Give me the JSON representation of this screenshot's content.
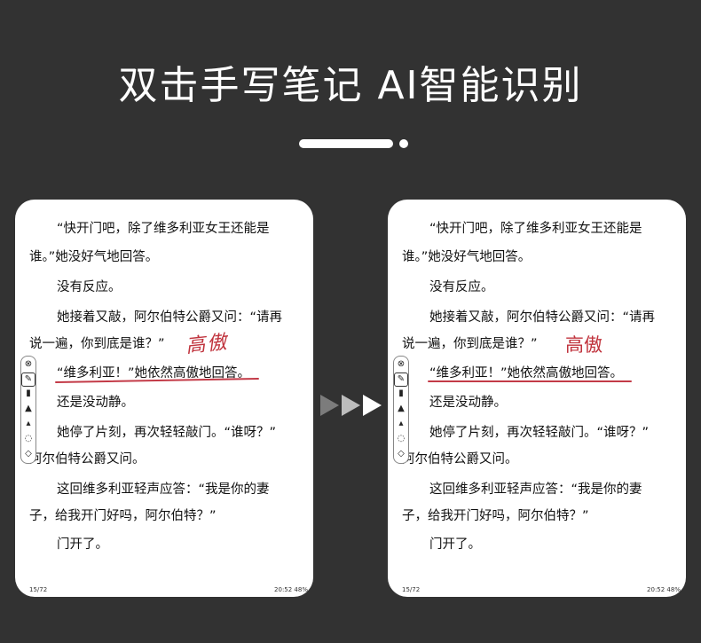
{
  "headline": "双击手写笔记  AI智能识别",
  "colors": {
    "background": "#323232",
    "accent": "#c0333d"
  },
  "page": {
    "paragraphs": [
      "“快开门吧，除了维多利亚女王还能是",
      "谁。”她没好气地回答。",
      "没有反应。",
      "她接着又敲，阿尔伯特公爵又问：“请再",
      "说一遍，你到底是谁？”",
      "“维多利亚！”她依然高傲地回答。",
      "还是没动静。",
      "她停了片刻，再次轻轻敲门。“谁呀？”",
      "阿尔伯特公爵又问。",
      "这回维多利亚轻声应答：“我是你的妻",
      "子，给我开门好吗，阿尔伯特？”",
      "门开了。"
    ],
    "footer_left": "15/72",
    "footer_right": "20:52  48%"
  },
  "left_panel": {
    "handwritten_note": "高傲"
  },
  "right_panel": {
    "recognized_note": "高傲"
  },
  "toolbar_icons": [
    "close-icon",
    "pen-icon",
    "marker-icon",
    "brush-icon",
    "pencil-icon",
    "lasso-icon",
    "eraser-icon"
  ]
}
